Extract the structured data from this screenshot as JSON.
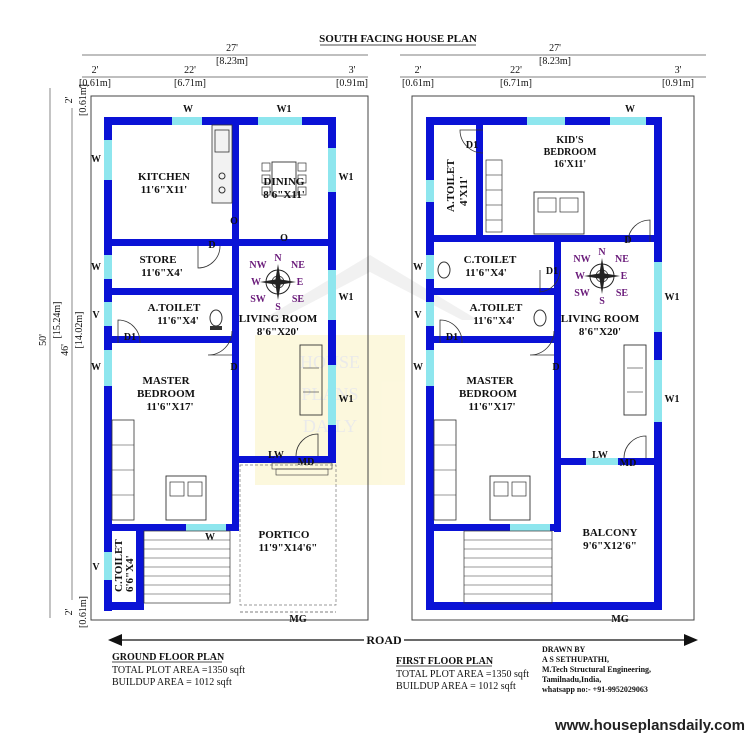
{
  "title": "SOUTH FACING HOUSE PLAN",
  "road": "ROAD",
  "website": "www.houseplansdaily.com",
  "watermark": [
    "HOUSE",
    "PLANS",
    "DAILY"
  ],
  "dims": {
    "total_width": "27'",
    "total_width_m": "[8.23m]",
    "left_w": "2'",
    "left_w_m": "[0.61m]",
    "mid_w": "22'",
    "mid_w_m": "[6.71m]",
    "right_w": "3'",
    "right_w_m": "[0.91m]",
    "depth": "50'",
    "depth_m": "[15.24m]",
    "inner_depth": "46'",
    "inner_depth_m": "[14.02m]",
    "edge": "2'",
    "edge_m": "[0.61m]"
  },
  "labels": {
    "w": "W",
    "w1": "W1",
    "v": "V",
    "d": "D",
    "d1": "D1",
    "o": "O",
    "lw": "LW",
    "md": "MD",
    "mg": "MG"
  },
  "compass": {
    "n": "N",
    "s": "S",
    "e": "E",
    "w": "W",
    "ne": "NE",
    "nw": "NW",
    "se": "SE",
    "sw": "SW"
  },
  "ground": {
    "plan_name": "GROUND FLOOR PLAN",
    "plot_area": "TOTAL PLOT AREA =1350 sqft",
    "buildup_area": "BUILDUP AREA = 1012 sqft",
    "kitchen": {
      "name": "KITCHEN",
      "size": "11'6\"X11'"
    },
    "dining": {
      "name": "DINING",
      "size": "8'6\"X11'"
    },
    "store": {
      "name": "STORE",
      "size": "11'6\"X4'"
    },
    "atoilet": {
      "name": "A.TOILET",
      "size": "11'6\"X4'"
    },
    "living": {
      "name": "LIVING ROOM",
      "size": "8'6\"X20'"
    },
    "master": {
      "name": "MASTER",
      "name2": "BEDROOM",
      "size": "11'6\"X17'"
    },
    "portico": {
      "name": "PORTICO",
      "size": "11'9\"X14'6\""
    },
    "ctoilet": {
      "name": "C.TOILET",
      "size": "6'6\"X4'"
    }
  },
  "first": {
    "plan_name": "FIRST FLOOR PLAN",
    "plot_area": "TOTAL PLOT AREA =1350 sqft",
    "buildup_area": "BUILDUP AREA = 1012 sqft",
    "kids": {
      "name": "KID'S",
      "name2": "BEDROOM",
      "size": "16'X11'"
    },
    "atoilet_top": {
      "name": "A.TOILET",
      "size": "4'X11'"
    },
    "ctoilet": {
      "name": "C.TOILET",
      "size": "11'6\"X4'"
    },
    "atoilet": {
      "name": "A.TOILET",
      "size": "11'6\"X4'"
    },
    "living": {
      "name": "LIVING ROOM",
      "size": "8'6\"X20'"
    },
    "master": {
      "name": "MASTER",
      "name2": "BEDROOM",
      "size": "11'6\"X17'"
    },
    "balcony": {
      "name": "BALCONY",
      "size": "9'6\"X12'6\""
    }
  },
  "credits": {
    "drawn_by": "DRAWN BY",
    "name": "A S SETHUPATHI,",
    "degree": "M.Tech Structural Engineering,",
    "place": "Tamilnadu,India,",
    "phone": "whatsapp no:- +91-9952029063"
  },
  "colors": {
    "wall": "#0a12d6",
    "window": "#8ee6ee",
    "line": "#333333",
    "watermark": "#e8d88a"
  }
}
